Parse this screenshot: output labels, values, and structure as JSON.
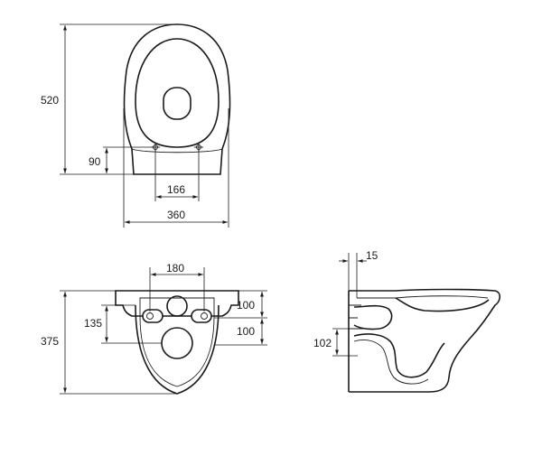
{
  "dimensions": {
    "top_height": "520",
    "top_offset": "90",
    "top_hole_spacing": "166",
    "top_width": "360",
    "back_hole_spacing": "180",
    "back_height": "375",
    "back_offset": "135",
    "back_upper_gap": "100",
    "back_lower_gap": "100",
    "side_wall_gap": "15",
    "side_offset": "102"
  }
}
